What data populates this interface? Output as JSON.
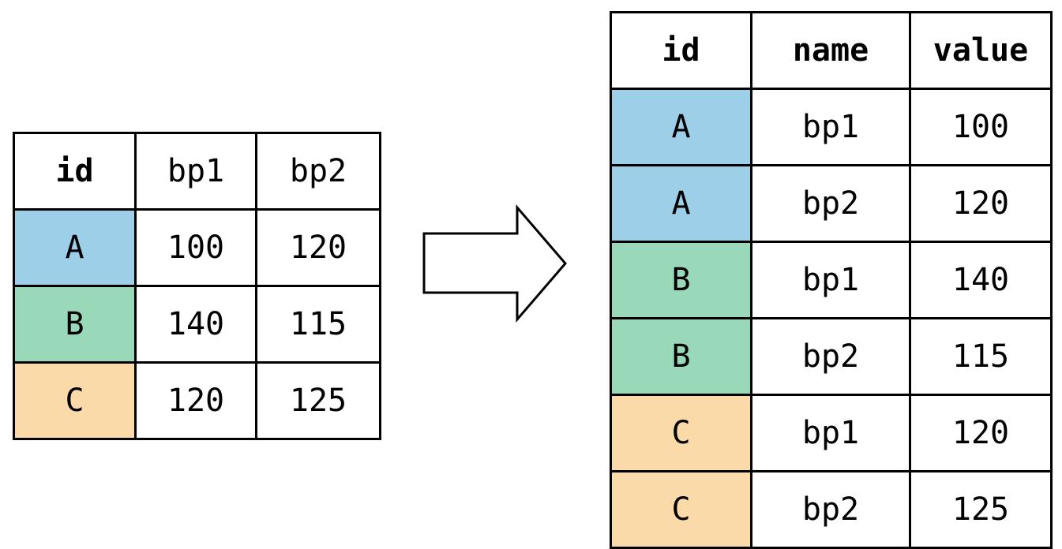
{
  "colors": {
    "A": "#9ecfe9",
    "B": "#99d9ba",
    "C": "#fbdaa9",
    "border": "#000000",
    "background": "#ffffff"
  },
  "wide_table": {
    "headers": [
      "id",
      "bp1",
      "bp2"
    ],
    "rows": [
      {
        "id": "A",
        "bp1": "100",
        "bp2": "120"
      },
      {
        "id": "B",
        "bp1": "140",
        "bp2": "115"
      },
      {
        "id": "C",
        "bp1": "120",
        "bp2": "125"
      }
    ]
  },
  "arrow_icon": "right-arrow-icon",
  "long_table": {
    "headers": [
      "id",
      "name",
      "value"
    ],
    "rows": [
      {
        "id": "A",
        "name": "bp1",
        "value": "100"
      },
      {
        "id": "A",
        "name": "bp2",
        "value": "120"
      },
      {
        "id": "B",
        "name": "bp1",
        "value": "140"
      },
      {
        "id": "B",
        "name": "bp2",
        "value": "115"
      },
      {
        "id": "C",
        "name": "bp1",
        "value": "120"
      },
      {
        "id": "C",
        "name": "bp2",
        "value": "125"
      }
    ]
  }
}
